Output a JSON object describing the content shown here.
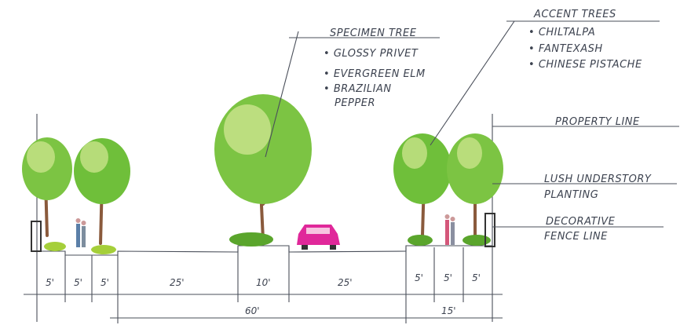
{
  "labels": {
    "specimen_title": "SPECIMEN TREE",
    "specimen_items": [
      "GLOSSY PRIVET",
      "EVERGREEN ELM",
      "BRAZILIAN",
      "PEPPER"
    ],
    "accent_title": "ACCENT TREES",
    "accent_items": [
      "CHILTALPA",
      "FANTEXASH",
      "CHINESE PISTACHE"
    ],
    "property_line": "PROPERTY LINE",
    "understory_1": "LUSH UNDERSTORY",
    "understory_2": "PLANTING",
    "fence_1": "DECORATIVE",
    "fence_2": "FENCE LINE"
  },
  "dimensions": {
    "segments": [
      "5'",
      "5'",
      "5'",
      "25'",
      "10'",
      "25'",
      "5'",
      "5'",
      "5'"
    ],
    "row_total": "60'",
    "side_total": "15'"
  },
  "colors": {
    "foliage": "#6fbf3a",
    "foliage_light": "#c8e38a",
    "car": "#e0289a",
    "trunk": "#8a5a3c"
  }
}
